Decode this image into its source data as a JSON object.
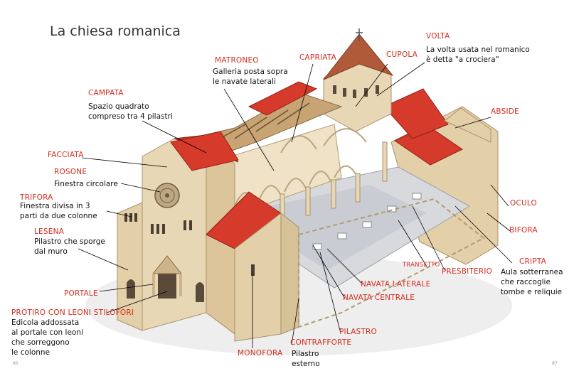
{
  "title": "La chiesa romanica",
  "labels": {
    "volta": "VOLTA",
    "volta_desc": "La volta usata nel romanico\nè detta \"a crociera\"",
    "cupola": "CUPOLA",
    "capriata": "CAPRIATA",
    "matroneo": "MATRONEO",
    "matroneo_desc": "Galleria posta sopra\nle navate laterali",
    "campata": "CAMPATA",
    "campata_desc": "Spazio quadrato\ncompreso tra 4 pilastri",
    "abside": "ABSIDE",
    "facciata": "FACCIATA",
    "rosone": "ROSONE",
    "rosone_desc": "Finestra circolare",
    "trifora": "TRIFORA",
    "trifora_desc": "Finestra divisa in 3\nparti da due colonne",
    "lesena": "LESENA",
    "lesena_desc": "Pilastro che sporge\ndal muro",
    "oculo": "OCULO",
    "bifora": "BIFORA",
    "cripta": "CRIPTA",
    "cripta_desc": "Aula sotterranea\nche raccoglie\ntombe e reliquie",
    "transetto": "TRANSETTO",
    "presbiterio": "PRESBITERIO",
    "navata_laterale": "NAVATA LATERALE",
    "navata_centrale": "NAVATA CENTRALE",
    "portale": "PORTALE",
    "protiro": "PROTIRO CON LEONI STILOFORI",
    "protiro_desc": "Edicola addossata\nal portale con leoni\nche sorreggono\nle colonne",
    "pilastro": "PILASTRO",
    "contrafforte": "CONTRAFFORTE",
    "contrafforte_desc": "Pilastro\nesterno",
    "monofora": "MONOFORA"
  },
  "page_numbers": {
    "left": "86",
    "right": "87"
  },
  "colors": {
    "label_red": "#d62b1e",
    "roof_red": "#d63a2a",
    "stone": "#e8d7b5"
  }
}
